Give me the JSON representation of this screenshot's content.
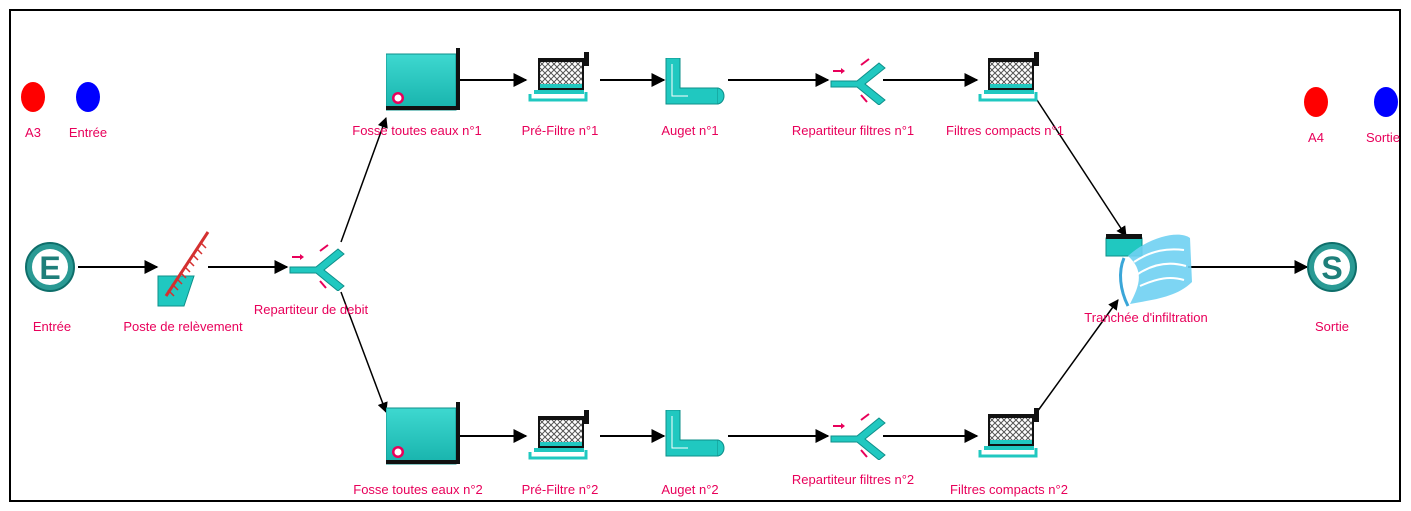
{
  "colors": {
    "teal": "#20c8c0",
    "teal_dark": "#0e8f8a",
    "label": "#e8005a",
    "arrow": "#000000",
    "dot_red": "#ff0000",
    "dot_blue": "#0000ff",
    "water": "#5ac8f0"
  },
  "legend": {
    "left_red_label": "A3",
    "left_blue_label": "Entrée",
    "right_red_label": "A4",
    "right_blue_label": "Sortie"
  },
  "nodes": {
    "entree": {
      "label": "Entrée",
      "letter": "E",
      "icon": "entry-circle-icon"
    },
    "poste": {
      "label": "Poste de relèvement",
      "icon": "lift-station-icon"
    },
    "repartiteur_debit": {
      "label": "Repartiteur de debit",
      "icon": "flow-splitter-icon"
    },
    "fosse1": {
      "label": "Fosse toutes eaux n°1",
      "icon": "septic-tank-icon"
    },
    "fosse2": {
      "label": "Fosse toutes eaux n°2",
      "icon": "septic-tank-icon"
    },
    "prefiltre1": {
      "label": "Pré-Filtre n°1",
      "icon": "filter-icon"
    },
    "prefiltre2": {
      "label": "Pré-Filtre n°2",
      "icon": "filter-icon"
    },
    "auget1": {
      "label": "Auget n°1",
      "icon": "trough-icon"
    },
    "auget2": {
      "label": "Auget n°2",
      "icon": "trough-icon"
    },
    "rep_filtres1": {
      "label": "Repartiteur filtres n°1",
      "icon": "flow-splitter-icon"
    },
    "rep_filtres2": {
      "label": "Repartiteur filtres n°2",
      "icon": "flow-splitter-icon"
    },
    "filtres1": {
      "label": "Filtres compacts n°1",
      "icon": "compact-filter-icon"
    },
    "filtres2": {
      "label": "Filtres compacts n°2",
      "icon": "compact-filter-icon"
    },
    "tranchee": {
      "label": "Tranchée d'infiltration",
      "icon": "infiltration-trench-icon"
    },
    "sortie": {
      "label": "Sortie",
      "letter": "S",
      "icon": "exit-circle-icon"
    }
  }
}
